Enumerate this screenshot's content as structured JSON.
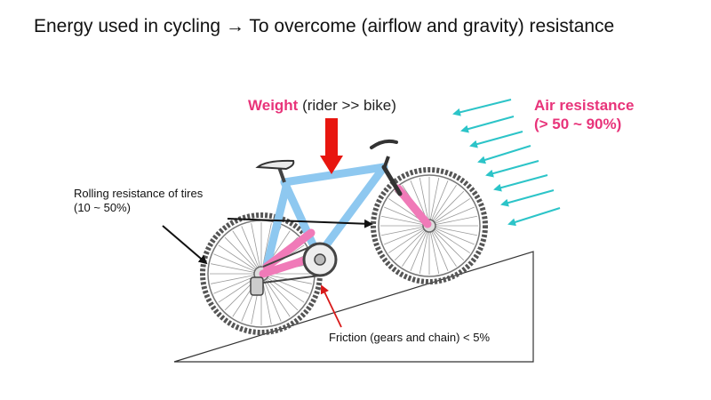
{
  "title": "Energy used in cycling → To overcome (airflow and gravity) resistance",
  "labels": {
    "weight_emph": "Weight",
    "weight_rest": " (rider >> bike)",
    "air_line1": "Air resistance",
    "air_line2": "(> 50 ~ 90%)",
    "rolling_line1": "Rolling resistance of tires",
    "rolling_line2": "(10 ~ 50%)",
    "friction": "Friction (gears and chain) < 5%"
  },
  "colors": {
    "highlight": "#e8347a",
    "frame": "#8ec8f0",
    "crank": "#f07ab8",
    "weight_arrow": "#e8160f",
    "air_arrows": "#2cc4c8",
    "tire": "#555555",
    "friction_arrow": "#e8160f"
  },
  "icons": {
    "bicycle": "bicycle-icon",
    "slope": "incline-icon"
  }
}
